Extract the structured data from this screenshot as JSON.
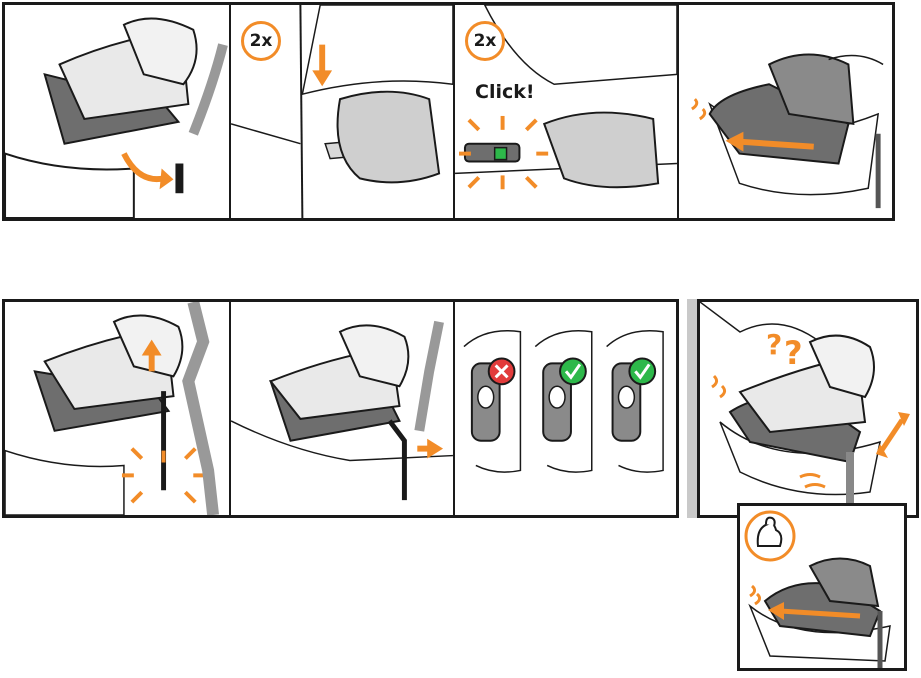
{
  "steps": {
    "push_clip_badge": "2x",
    "engage_clip_badge": "2x",
    "click_label": "Click!"
  },
  "colors": {
    "accent": "#f28c28",
    "ok": "#2db84a",
    "error": "#e23b3b",
    "seat_gray": "#8a8a8a",
    "base_gray": "#6e6e6e",
    "outline": "#1a1a1a"
  },
  "icons": {
    "indicator_states": [
      "error",
      "ok",
      "ok"
    ],
    "question_marks": "??",
    "strength_icon": "flexed-arm-icon"
  }
}
